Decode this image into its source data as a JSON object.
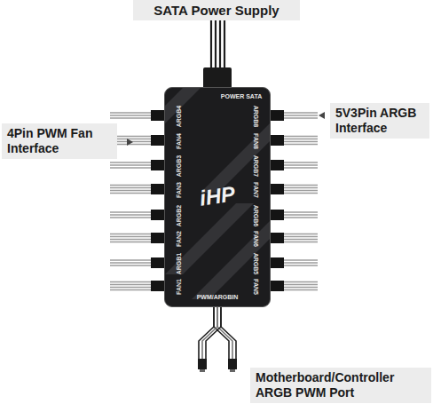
{
  "diagram": {
    "nodes": [
      {
        "text": [
          "SATA Power Supply"
        ]
      },
      {
        "text": [
          "5V3Pin ARGB Interface"
        ]
      },
      {
        "text": [
          "4Pin PWM Fan Interface"
        ]
      },
      {
        "text": [
          "POWER SATA",
          "ARGB4",
          "FAN4",
          "ARGB3",
          "FAN3",
          "ARGB2",
          "FAN2",
          "ARGB1",
          "FAN1",
          "ARGB8",
          "FAN8",
          "ARGB7",
          "FAN7",
          "ARGB6",
          "FAN6",
          "ARGB5",
          "FAN5",
          "PWM/ARGBIN",
          "iHP"
        ]
      },
      {
        "text": [
          "Motherboard/Controller ARGB PWM Port"
        ]
      }
    ]
  }
}
